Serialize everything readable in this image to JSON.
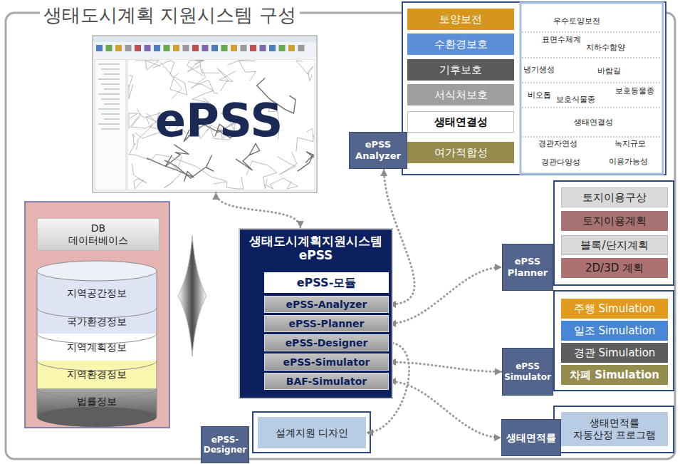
{
  "diagram": {
    "title": "생태도시계획 지원시스템 구성",
    "nodes": [
      {
        "text": [
          "ePSS"
        ]
      },
      {
        "text": [
          "토양보전"
        ]
      },
      {
        "text": [
          "수환경보호"
        ]
      },
      {
        "text": [
          "기후보호"
        ]
      },
      {
        "text": [
          "서식처보호"
        ]
      },
      {
        "text": [
          "생태연결성"
        ]
      },
      {
        "text": [
          "여가적합성"
        ]
      },
      {
        "text": [
          "ePSS Analyzer"
        ]
      },
      {
        "text": [
          "DB 데이터베이스"
        ]
      },
      {
        "text": [
          "지역공간정보"
        ]
      },
      {
        "text": [
          "국가환경정보"
        ]
      },
      {
        "text": [
          "지역계획정보"
        ]
      },
      {
        "text": [
          "지역환경정보"
        ]
      },
      {
        "text": [
          "법률정보"
        ]
      },
      {
        "text": [
          "생태도시계획지원시스템 ePSS"
        ]
      },
      {
        "text": [
          "ePSS-모듈"
        ],
        "in": 14
      },
      {
        "text": [
          "ePSS-Analyzer"
        ],
        "in": 14
      },
      {
        "text": [
          "ePSS-Planner"
        ],
        "in": 14
      },
      {
        "text": [
          "ePSS-Designer"
        ],
        "in": 14
      },
      {
        "text": [
          "ePSS-Simulator"
        ],
        "in": 14
      },
      {
        "text": [
          "BAF-Simulator"
        ],
        "in": 14
      },
      {
        "text": [
          "ePSS Planner"
        ]
      },
      {
        "text": [
          "토지이용구상"
        ]
      },
      {
        "text": [
          "토지이용계획"
        ]
      },
      {
        "text": [
          "블록/단지계획"
        ]
      },
      {
        "text": [
          "2D/3D 계획"
        ]
      },
      {
        "text": [
          "ePSS Simulator"
        ]
      },
      {
        "text": [
          "주행 Simulation"
        ]
      },
      {
        "text": [
          "일조 Simulation"
        ]
      },
      {
        "text": [
          "경관 Simulation"
        ]
      },
      {
        "text": [
          "차폐 Simulation"
        ]
      },
      {
        "text": [
          "설계지원 디자인"
        ]
      },
      {
        "text": [
          "ePSS-Designer"
        ]
      },
      {
        "text": [
          "생태면적률"
        ]
      },
      {
        "text": [
          "생태면적률 자동산정 프로그램"
        ]
      }
    ],
    "edges": [
      {
        "from": 9,
        "to": 14,
        "arrow": "both"
      },
      {
        "from": 0,
        "to": 14,
        "arrow": "both"
      },
      {
        "from": 7,
        "to": 16,
        "arrow": "both"
      },
      {
        "from": 17,
        "to": 21,
        "arrow": "both"
      },
      {
        "from": 18,
        "to": 31,
        "arrow": "to"
      },
      {
        "from": 19,
        "to": 26,
        "arrow": "both"
      },
      {
        "from": 20,
        "to": 33,
        "arrow": "both"
      }
    ],
    "labels": [
      "우수토양보전",
      "표면수체계",
      "지하수함양",
      "냉기생성",
      "바람길",
      "비오톱",
      "보호식물종",
      "보호동물종",
      "생태연결성",
      "경관자연성",
      "녹지규모",
      "경관다양성",
      "이용가능성"
    ]
  }
}
